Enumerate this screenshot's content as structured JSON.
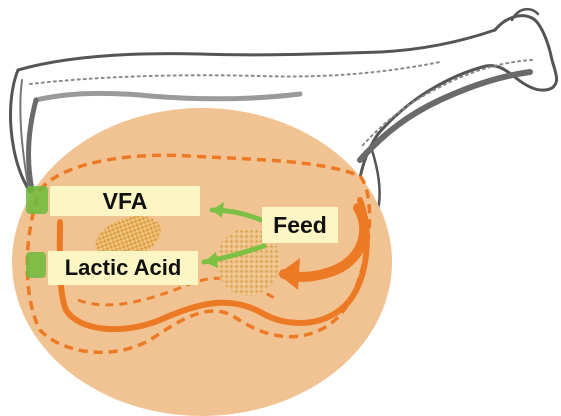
{
  "labels": {
    "vfa": "VFA",
    "feed": "Feed",
    "lactic_acid": "Lactic Acid"
  },
  "colors": {
    "rumen_fill": "#f1c392",
    "rumen_outline": "#ec7a25",
    "dashed_line": "#ec7a25",
    "feed_particles": "#e7a84c",
    "absorption_arrows": "#6dbb3c",
    "label_background": "#fbf6c4",
    "cow_outline": "#5a5a5a"
  },
  "icons": {
    "cow": "cow-outline-icon",
    "feed_arrow": "curved-arrow-icon",
    "absorption": "arrow-icon"
  }
}
